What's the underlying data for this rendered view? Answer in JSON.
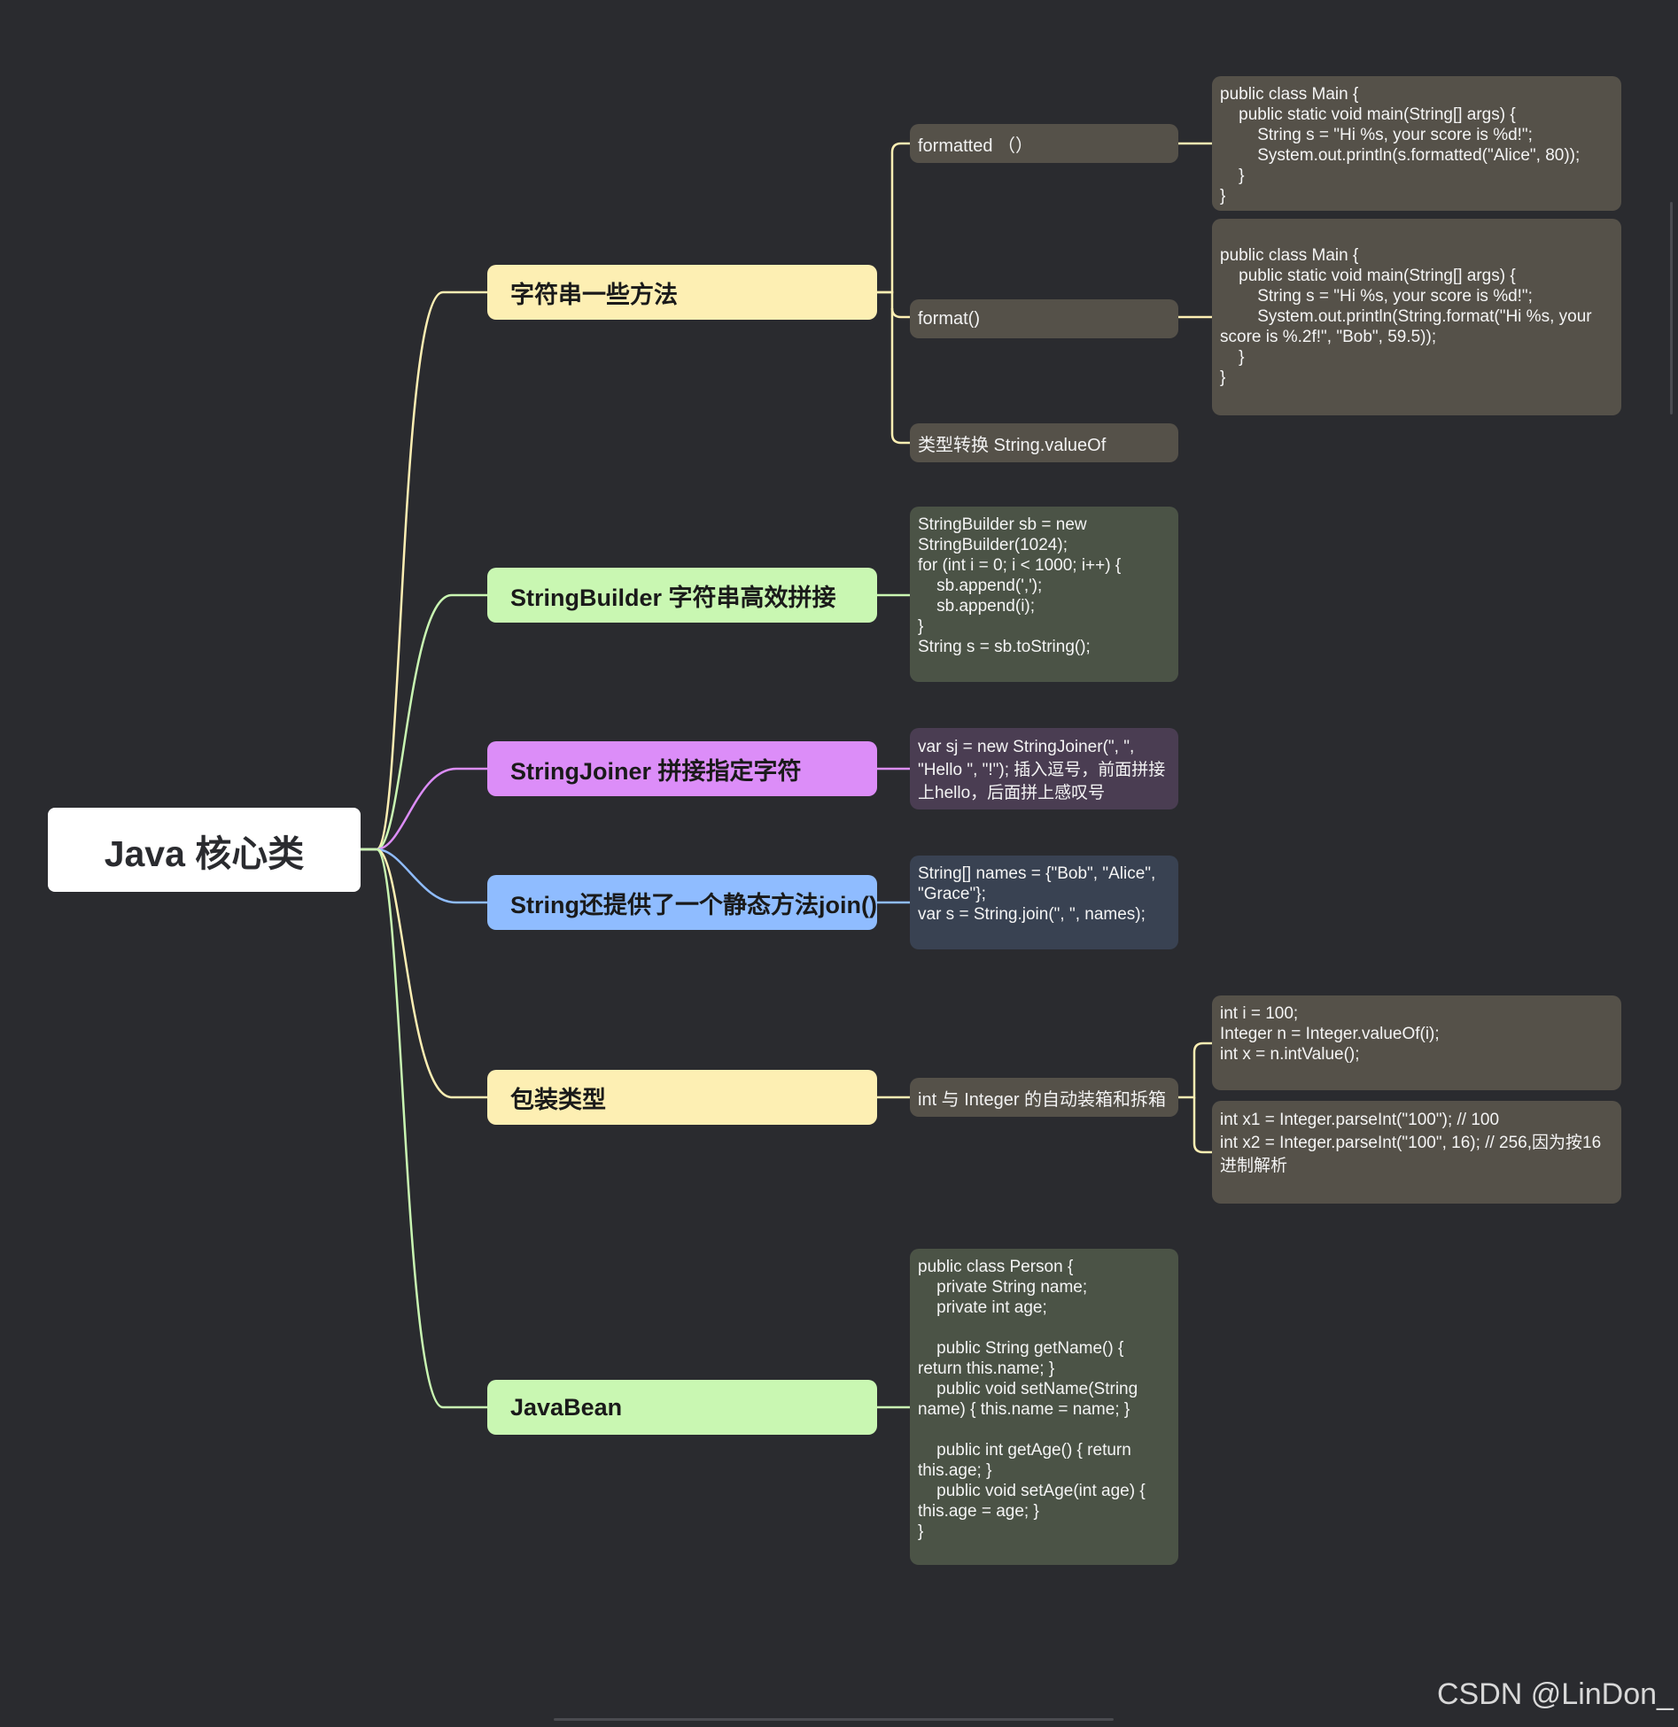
{
  "root": {
    "label": "Java 核心类"
  },
  "branches": [
    {
      "label": "字符串一些方法"
    },
    {
      "label": "StringBuilder 字符串高效拼接"
    },
    {
      "label": "StringJoiner 拼接指定字符"
    },
    {
      "label": "String还提供了一个静态方法join()"
    },
    {
      "label": "包装类型"
    },
    {
      "label": "JavaBean"
    }
  ],
  "sub": {
    "formatted": "formatted （）",
    "format": "format()",
    "valueof": "类型转换  String.valueOf",
    "autobox": "int 与 Integer 的自动装箱和拆箱"
  },
  "notes": {
    "formatted_code": "public class Main {\n    public static void main(String[] args) {\n        String s = \"Hi %s, your score is %d!\";\n        System.out.println(s.formatted(\"Alice\", 80));\n    }\n}",
    "format_code": "public class Main {\n    public static void main(String[] args) {\n        String s = \"Hi %s, your score is %d!\";\n        System.out.println(String.format(\"Hi %s, your score is %.2f!\", \"Bob\", 59.5));\n    }\n}",
    "stringbuilder_code": "StringBuilder sb = new StringBuilder(1024);\nfor (int i = 0; i < 1000; i++) {\n    sb.append(',');\n    sb.append(i);\n}\nString s = sb.toString();",
    "stringjoiner_code": "var sj = new StringJoiner(\", \", \"Hello \", \"!\"); 插入逗号，前面拼接上hello，后面拼上感叹号",
    "join_code": "String[] names = {\"Bob\", \"Alice\", \"Grace\"};\nvar s = String.join(\", \", names);",
    "autobox_code1": "int i = 100;\nInteger n = Integer.valueOf(i);\nint x = n.intValue();",
    "autobox_code2": "int x1 = Integer.parseInt(\"100\"); // 100\nint x2 = Integer.parseInt(\"100\", 16); // 256,因为按16进制解析",
    "javabean_code": "public class Person {\n    private String name;\n    private int age;\n\n    public String getName() { return this.name; }\n    public void setName(String name) { this.name = name; }\n\n    public int getAge() { return this.age; }\n    public void setAge(int age) { this.age = age; }\n}"
  },
  "watermark": "CSDN @LinDon_",
  "colors": {
    "background": "#2a2b2f",
    "yellow": "#fdefb3",
    "green": "#c9f7b2",
    "purple": "#dc8df8",
    "blue": "#8fbcff",
    "grey_node": "#555149"
  }
}
